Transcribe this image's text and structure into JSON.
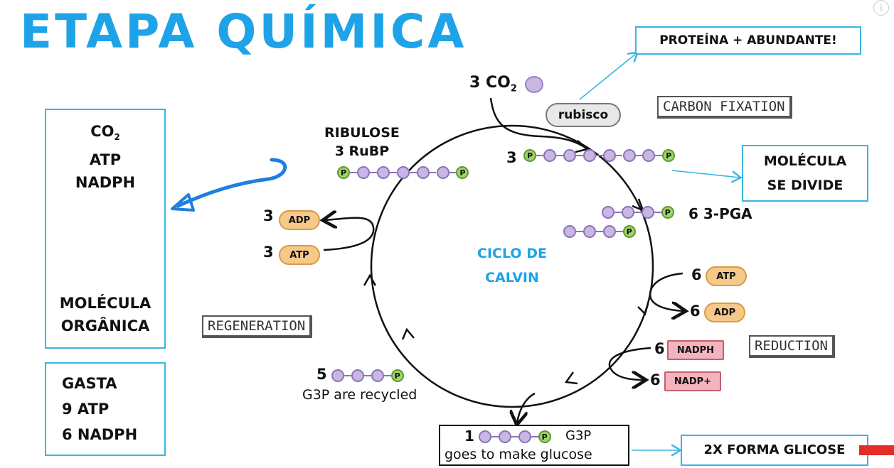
{
  "title": "ETAPA QUÍMICA",
  "left_box": {
    "lines": [
      "CO",
      "ATP",
      "NADPH"
    ],
    "co2_sub": "2",
    "result_lines": [
      "MOLÉCULA",
      "ORGÂNICA"
    ]
  },
  "spend_box": {
    "lines": [
      "GASTA",
      "9 ATP",
      "6 NADPH"
    ]
  },
  "protein_box": "PROTEÍNA + ABUNDANTE!",
  "divide_box": {
    "lines": [
      "MOLÉCULA",
      "SE DIVIDE"
    ]
  },
  "glucose_box": "2X FORMA GLICOSE",
  "stages": {
    "carbon_fixation": "CARBON FIXATION",
    "regeneration": "REGENERATION",
    "reduction": "REDUCTION"
  },
  "cycle_label": {
    "lines": [
      "CICLO DE",
      "CALVIN"
    ]
  },
  "co2_input": {
    "count": "3",
    "formula": "CO",
    "sub": "2"
  },
  "rubisco": "rubisco",
  "ribulose": {
    "line1": "RIBULOSE",
    "line2": "3 RuBP"
  },
  "six_carbon": {
    "count": "3"
  },
  "pga": {
    "label": "6 3-PGA"
  },
  "left_adp": {
    "count": "3",
    "label": "ADP"
  },
  "left_atp": {
    "count": "3",
    "label": "ATP"
  },
  "right_atp": {
    "count": "6",
    "label": "ATP"
  },
  "right_adp": {
    "count": "6",
    "label": "ADP"
  },
  "nadph": {
    "count": "6",
    "label": "NADPH"
  },
  "nadp": {
    "count": "6",
    "label": "NADP+"
  },
  "g3p_recycled": {
    "count": "5",
    "caption": "G3P are recycled"
  },
  "g3p_out": {
    "count": "1",
    "label": "G3P",
    "caption": "goes to make glucose"
  },
  "phosphate": "P",
  "colors": {
    "accent": "#1ea3e8",
    "carbon": "#c9b6e4",
    "phosphate": "#9fd46a",
    "adp_fill": "#f6c98a",
    "nadph_fill": "#f3b4be"
  }
}
